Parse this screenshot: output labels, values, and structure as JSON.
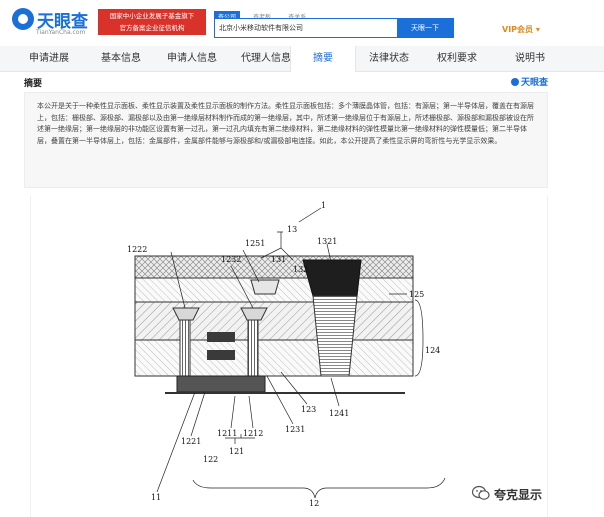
{
  "header": {
    "logo_text": "天眼查",
    "logo_sub": "TianYanCha.com",
    "badge_line1": "国家中小企业发展子基金旗下",
    "badge_line2": "官方备案企业征信机构",
    "search_tabs": [
      "查公司",
      "查老板",
      "查关系"
    ],
    "search_value": "北京小米移动软件有限公司",
    "search_button": "天眼一下",
    "vip_label": "VIP会员 ▾"
  },
  "nav": {
    "tabs": [
      "申请进展",
      "基本信息",
      "申请人信息",
      "代理人信息",
      "摘要",
      "法律状态",
      "权利要求",
      "说明书"
    ],
    "active_index": 4
  },
  "abstract": {
    "title": "摘要",
    "section_logo": "天眼查",
    "text": "本公开是关于一种柔性显示面板、柔性显示装置及柔性显示面板的制作方法。柔性显示面板包括：多个薄膜晶体管，包括：有源层；第一半导体层，覆盖在有源层上，包括：栅极部、源极部、漏极部以及由第一绝缘层材料制作而成的第一绝缘层，其中，所述第一绝缘层位于有源层上，所述栅极部、源极部和漏极部被设在所述第一绝缘层；第一绝缘层的非功能区设置有第一过孔，第一过孔内填充有第二绝缘材料，第二绝缘材料的弹性模量比第一绝缘材料的弹性模量低；第二半导体层，叠置在第一半导体层上，包括：金属部件，金属部件能够与源极部和/或漏极部电连接。如此，本公开提高了柔性显示屏的弯折性与光学显示效果。"
  },
  "drawing": {
    "labels": {
      "l1": "1",
      "l13": "13",
      "l131": "131",
      "l132": "132",
      "l1222": "1222",
      "l1251": "1251",
      "l1232": "1232",
      "l1321": "1321",
      "l125": "125",
      "l124": "124",
      "l123": "123",
      "l1241": "1241",
      "l1231": "1231",
      "l1221": "1221",
      "l1211": "1211",
      "l1212": "1212",
      "l122": "122",
      "l121": "121",
      "l11": "11",
      "l12": "12"
    }
  },
  "watermark": {
    "text": "夸克显示"
  },
  "colors": {
    "brand_blue": "#1a6fd8",
    "badge_red": "#d9322a",
    "vip_orange": "#e08a1e"
  }
}
